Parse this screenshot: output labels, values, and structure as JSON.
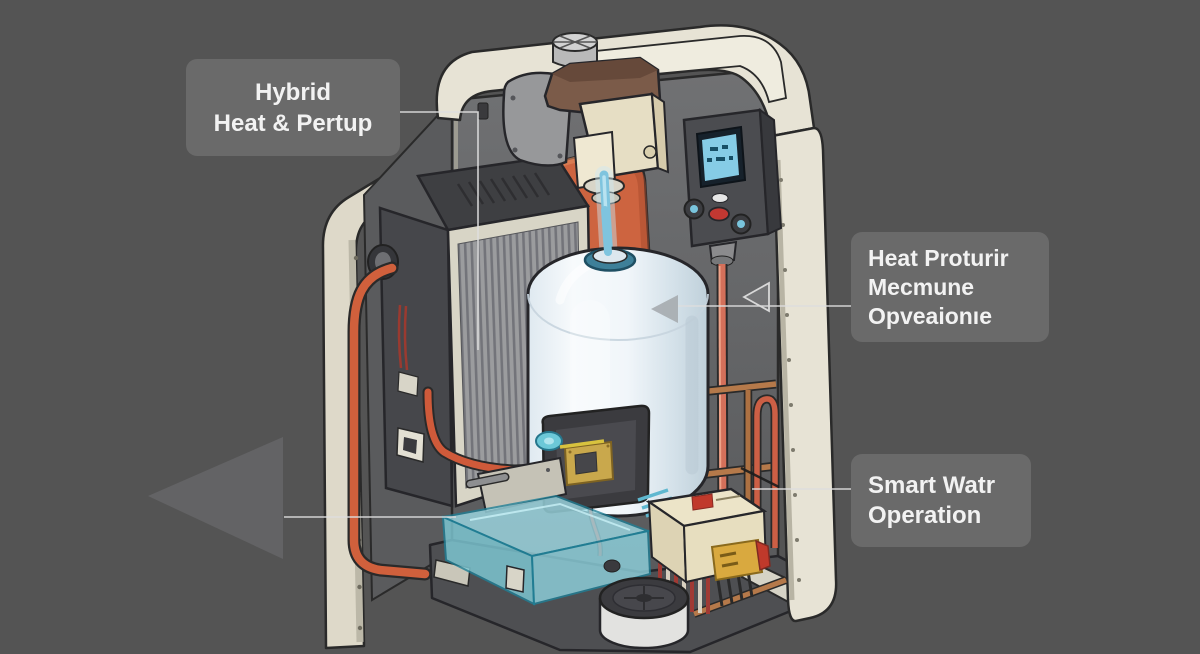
{
  "scene": {
    "background_color": "#545454"
  },
  "callouts": {
    "hybrid": {
      "lines": [
        "Hybrid",
        "Heat & Pertup"
      ]
    },
    "heating_mode": {
      "lines": [
        "Heat Proturir",
        "Mecmune",
        "Opveaionıe"
      ]
    },
    "smart_operation": {
      "lines": [
        "Smart Watr",
        "Operation"
      ]
    }
  },
  "colors": {
    "background": "#545454",
    "label_box": "#6a6a6a",
    "label_text": "#f2f2f2",
    "shell_cream": "#e7e3d5",
    "door_cream": "#ded9c9",
    "interior_gray": "#68696b",
    "duct_orange": "#cd6440",
    "pipe_salmon": "#d4705a",
    "pipe_copper": "#b5794a",
    "tank_white": "#eef3f7",
    "collar_teal": "#3e8099",
    "inlet_pipe_blue": "#7fc4de",
    "condensate_cyan": "#8fd8e4",
    "screen_blue": "#86cce6",
    "button_red": "#c23832",
    "junction_cream": "#ece4c8",
    "terminal_yellow": "#d9a93f",
    "callout_line": "#dedede",
    "arrow_gray": "#636365"
  },
  "components": [
    "enclosure-shell",
    "access-door",
    "interior-cavity",
    "exhaust-fan-assembly",
    "compressor-unit",
    "heat-exchanger",
    "air-duct",
    "water-tank",
    "inlet-pipe",
    "control-panel",
    "refrigerant-pipes",
    "copper-pipes",
    "heating-element-panel",
    "condensate-tray",
    "drain-pump",
    "junction-box",
    "base-platform",
    "direction-arrow"
  ]
}
